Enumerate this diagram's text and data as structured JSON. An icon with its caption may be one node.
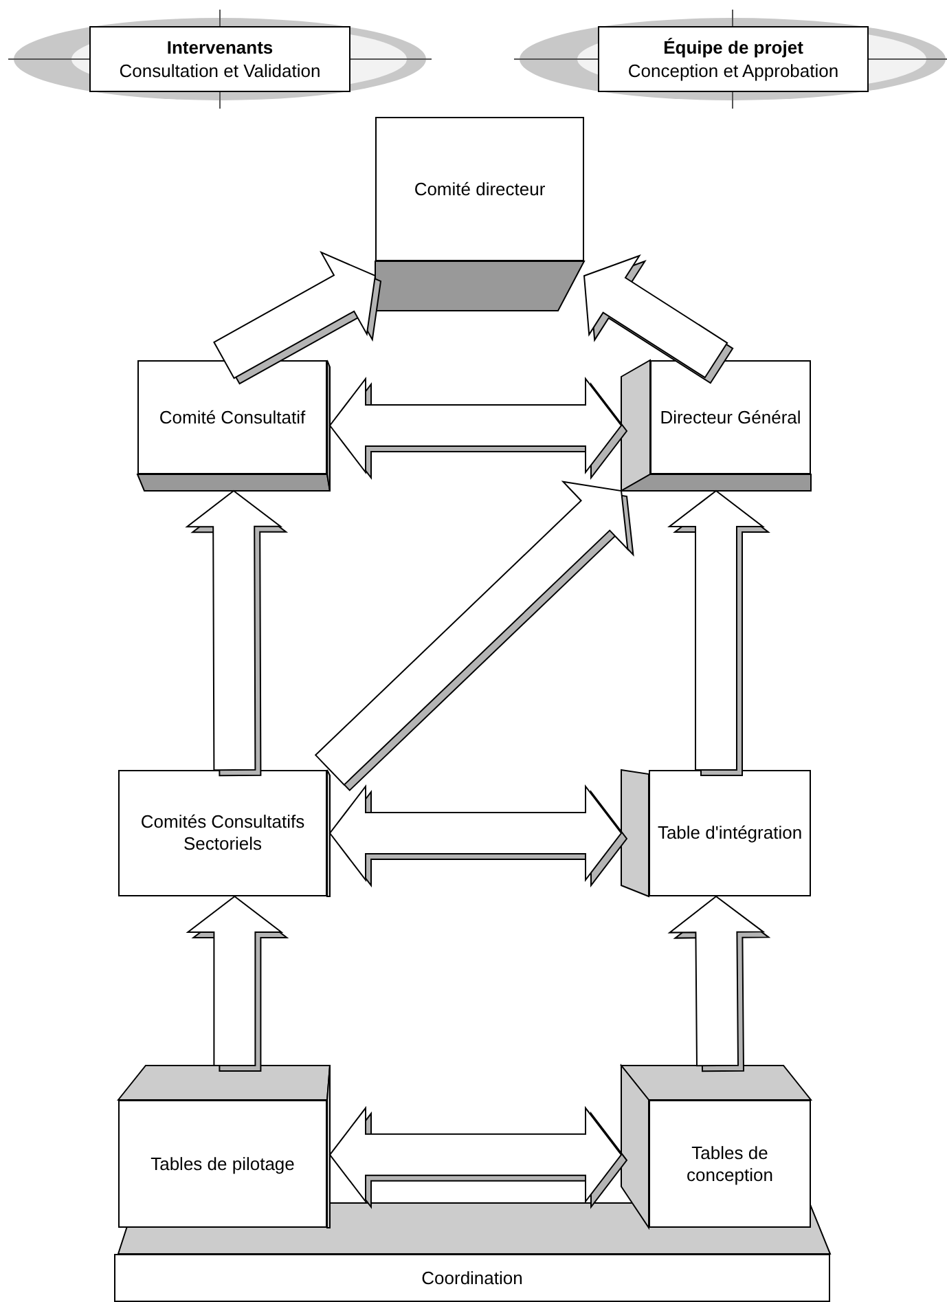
{
  "diagram": {
    "nodes": [
      {
        "text": [
          "Intervenants",
          "Consultation et Validation"
        ]
      },
      {
        "text": [
          "Équipe de projet",
          "Conception et Approbation"
        ]
      },
      {
        "text": [
          "Comité directeur"
        ]
      },
      {
        "text": [
          "Comité Consultatif"
        ]
      },
      {
        "text": [
          "Directeur Général"
        ]
      },
      {
        "text": [
          "Comités Consultatifs Sectoriels"
        ]
      },
      {
        "text": [
          "Table d'intégration"
        ]
      },
      {
        "text": [
          "Tables de pilotage"
        ]
      },
      {
        "text": [
          "Tables de conception"
        ]
      },
      {
        "text": [
          "Coordination"
        ]
      }
    ],
    "edges": [
      {
        "from": 3,
        "to": 2,
        "arrow": "to"
      },
      {
        "from": 4,
        "to": 2,
        "arrow": "to"
      },
      {
        "from": 3,
        "to": 4,
        "arrow": "both"
      },
      {
        "from": 5,
        "to": 4,
        "arrow": "to"
      },
      {
        "from": 5,
        "to": 3,
        "arrow": "to"
      },
      {
        "from": 6,
        "to": 4,
        "arrow": "to"
      },
      {
        "from": 5,
        "to": 6,
        "arrow": "both"
      },
      {
        "from": 7,
        "to": 5,
        "arrow": "to"
      },
      {
        "from": 8,
        "to": 6,
        "arrow": "to"
      },
      {
        "from": 7,
        "to": 8,
        "arrow": "both"
      }
    ]
  }
}
